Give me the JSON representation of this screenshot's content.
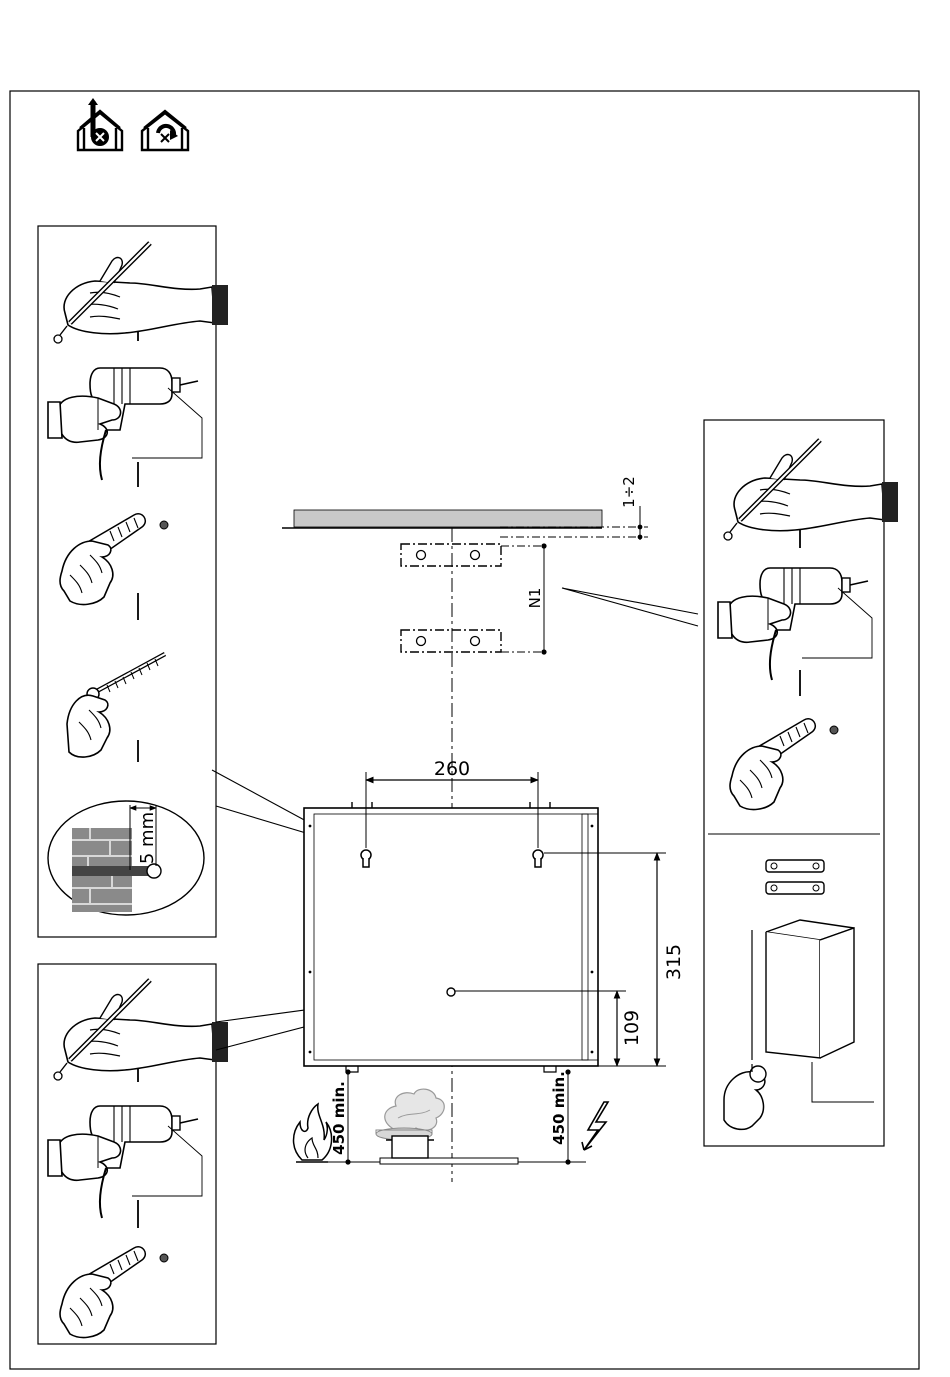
{
  "header": {
    "icons": [
      "extraction-mode-icon",
      "recirculation-mode-icon"
    ]
  },
  "dimensions": {
    "ceiling_gap": "1÷2",
    "bracket_spacing": "N1",
    "hole_spacing": "260",
    "screw_gap": "5 mm",
    "upper_hole_height": "315",
    "lower_hole_height": "109",
    "clearance_left": "450 min.",
    "clearance_right": "450 min."
  },
  "left_panel_top": {
    "steps": [
      "mark-hole",
      "drill-hole",
      "insert-wall-plug",
      "insert-screw"
    ]
  },
  "left_panel_bottom": {
    "steps": [
      "mark-hole",
      "drill-hole",
      "insert-wall-plug"
    ]
  },
  "right_panel": {
    "steps": [
      "mark-hole",
      "drill-hole",
      "insert-wall-plug"
    ],
    "kit": [
      "chimney-brackets",
      "chimney-cover"
    ]
  },
  "colors": {
    "line": "#000000",
    "ceiling": "#c8c8c8",
    "brick": "#8a8a8a",
    "mortar": "#d8d8d8"
  }
}
